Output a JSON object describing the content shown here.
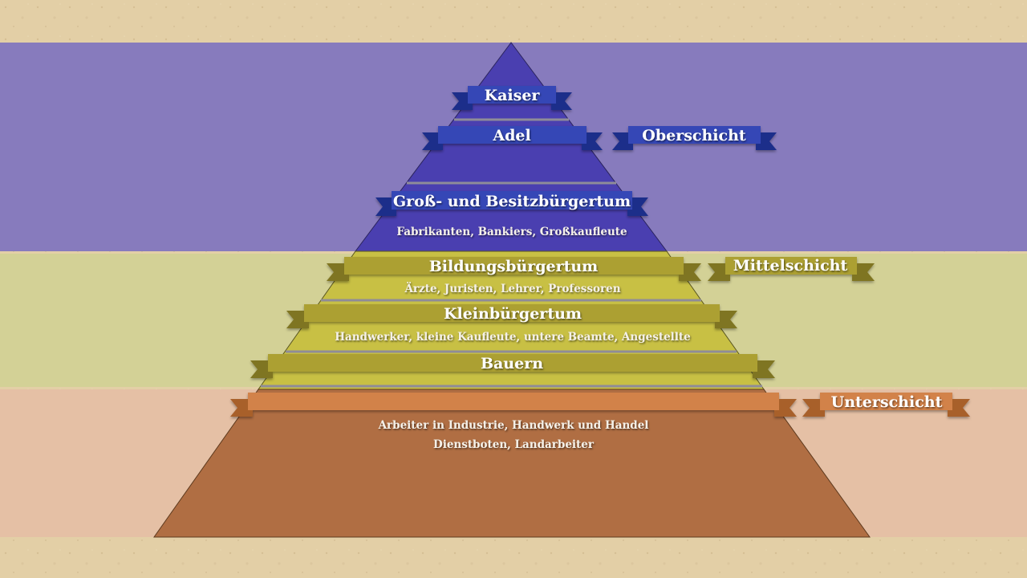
{
  "colors": {
    "parchment": "#e3cfa6",
    "upper_band": "#877bbd",
    "middle_band": "#d3d196",
    "lower_band": "#e5c0a5",
    "upper_pyramid": "#4a3fb0",
    "middle_pyramid": "#c8c044",
    "lower_pyramid": "#b06e43",
    "upper_ribbon": "#3446b6",
    "upper_ribbon_dark": "#1f2e8a",
    "middle_ribbon": "#aca031",
    "middle_ribbon_dark": "#7f7420",
    "lower_ribbon": "#d28249",
    "lower_ribbon_dark": "#a8602c"
  },
  "classes": {
    "upper": "Oberschicht",
    "middle": "Mittelschicht",
    "lower": "Unterschicht"
  },
  "levels": {
    "kaiser": "Kaiser",
    "adel": "Adel",
    "grossbuergertum": "Groß- und Besitzbürgertum",
    "grossbuergertum_sub": "Fabrikanten, Bankiers, Großkaufleute",
    "bildungsbuergertum": "Bildungsbürgertum",
    "bildungsbuergertum_sub": "Ärzte, Juristen, Lehrer, Professoren",
    "kleinbuergertum": "Kleinbürgertum",
    "kleinbuergertum_sub": "Handwerker, kleine Kaufleute, untere Beamte, Angestellte",
    "bauern": "Bauern",
    "arbeiter_sub1": "Arbeiter in Industrie, Handwerk und Handel",
    "arbeiter_sub2": "Dienstboten, Landarbeiter"
  }
}
